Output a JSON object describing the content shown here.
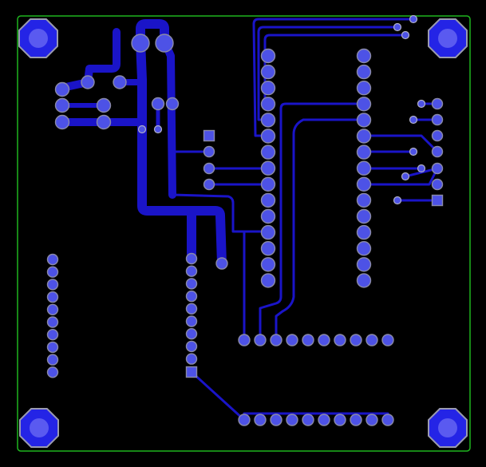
{
  "colors": {
    "background": "#000000",
    "outline": "#1fb51f",
    "copper": "#1a14c8",
    "pad_fill": "#4d52e6",
    "pad_ring": "#8a8aa8",
    "hole": "#5a5af0"
  },
  "layer": "bottom copper",
  "pin_headers": [
    {
      "name": "left-header",
      "pins": 10
    },
    {
      "name": "center-header",
      "pins": 10
    },
    {
      "name": "mcu-left-row",
      "pins": 15
    },
    {
      "name": "mcu-right-row",
      "pins": 15
    },
    {
      "name": "bottom-header-upper",
      "pins": 10
    },
    {
      "name": "bottom-header-lower",
      "pins": 10
    }
  ],
  "mounting_holes": 4
}
